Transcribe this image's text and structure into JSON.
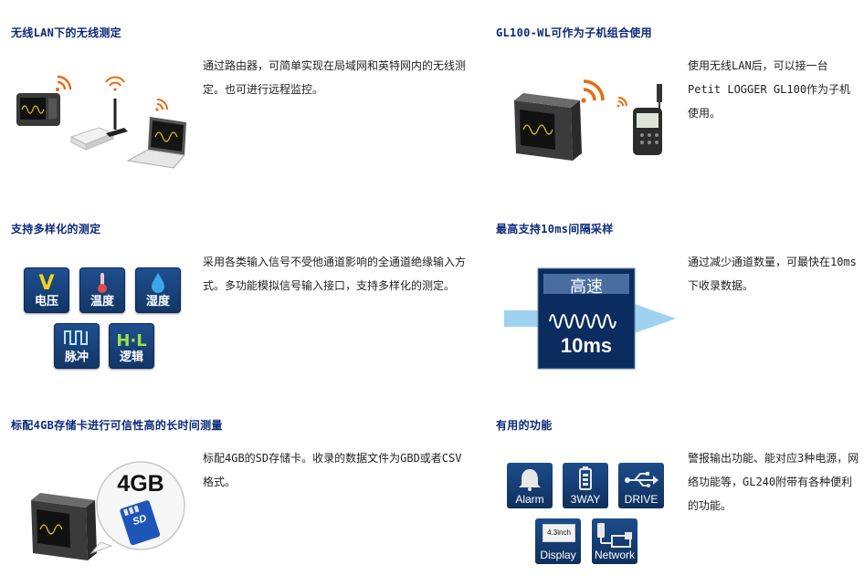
{
  "features": [
    {
      "title": "无线LAN下的无线测定",
      "desc": "通过路由器，可简单实现在局域网和英特网内的无线测定。也可进行远程监控。"
    },
    {
      "title": "GL100-WL可作为子机组合使用",
      "desc": "使用无线LAN后，可以接一台Petit LOGGER GL100作为子机使用。"
    },
    {
      "title": "支持多样化的测定",
      "desc": "采用各类输入信号不受他通道影响的全通道绝缘输入方式。多功能模拟信号输入接口，支持多样化的测定。",
      "tiles": [
        {
          "glyph": "V",
          "label": "电压",
          "icon": "voltage-icon"
        },
        {
          "glyph": "🌡",
          "label": "温度",
          "icon": "thermometer-icon"
        },
        {
          "glyph": "💧",
          "label": "湿度",
          "icon": "droplet-icon"
        },
        {
          "glyph": "⊓⊓",
          "label": "脉冲",
          "icon": "pulse-icon"
        },
        {
          "glyph": "H·L",
          "label": "逻辑",
          "icon": "logic-icon"
        }
      ]
    },
    {
      "title": "最高支持10ms间隔采样",
      "desc": "通过减少通道数量，可最快在10ms下收录数据。",
      "badge_top": "高速",
      "badge_bottom": "10ms"
    },
    {
      "title": "标配4GB存储卡进行可信性高的长时间测量",
      "desc": "标配4GB的SD存储卡。收录的数据文件为GBD或者CSV格式。",
      "card_label": "4GB",
      "sd_label": "SD"
    },
    {
      "title": "有用的功能",
      "desc": "警报输出功能、能对应3种电源，网络功能等，GL240附带有各种便利的功能。",
      "tiles": [
        {
          "label": "Alarm",
          "icon": "bell-icon"
        },
        {
          "label": "3WAY",
          "icon": "battery-icon"
        },
        {
          "label": "DRIVE",
          "icon": "usb-icon"
        },
        {
          "label": "Display",
          "icon": "display-icon",
          "screen_text": "4.3inch"
        },
        {
          "label": "Network",
          "icon": "network-icon"
        }
      ]
    }
  ]
}
